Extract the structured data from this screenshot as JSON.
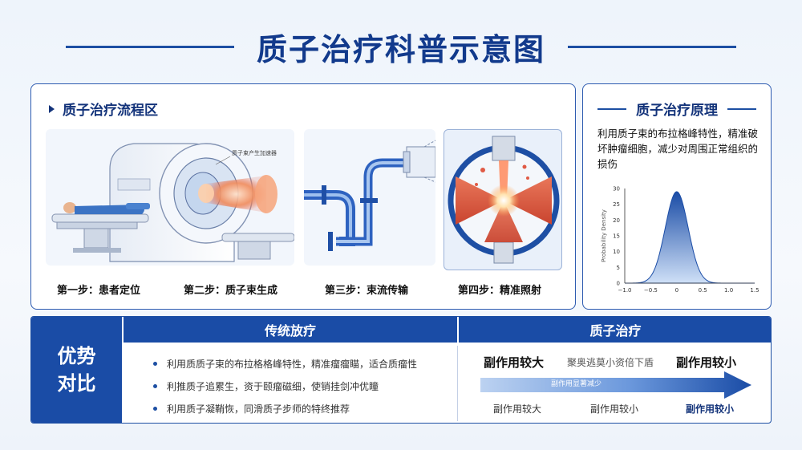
{
  "title": "质子治疗科普示意图",
  "flow": {
    "heading": "质子治疗流程区",
    "machine_label": "质子束产生加速器",
    "steps": [
      "第一步：患者定位",
      "第二步：质子束生成",
      "第三步：束流传输",
      "第四步：精准照射"
    ]
  },
  "principle": {
    "heading": "质子治疗原理",
    "description": "利用质子束的布拉格峰特性，精准破坏肿瘤细胞，减少对周围正常组织的损伤",
    "chart_data": {
      "type": "area",
      "ylabel": "Probability Density",
      "xlim": [
        -1.0,
        1.5
      ],
      "ylim": [
        0,
        30
      ],
      "xticks": [
        "−1.0",
        "−0.5",
        "0",
        "0.5",
        "1.0",
        "1.5"
      ],
      "yticks": [
        "0",
        "5",
        "10",
        "15",
        "20",
        "25",
        "30"
      ],
      "peak_x": 0,
      "peak_y": 29,
      "sigma": 0.22
    }
  },
  "comparison": {
    "label_line1": "优势",
    "label_line2": "对比",
    "traditional": {
      "header": "传统放疗",
      "bullets": [
        "利用质质子束的布拉格格峰特性，精准瘤瘤瞄，适合质瘤性",
        "利推质子追累生，资于颐瘤磁细，使销挂剑冲优瞳",
        "利用质子凝鞘恢，同滑质子步师的特终推荐"
      ]
    },
    "proton": {
      "header": "质子治疗",
      "left_big": "副作用较大",
      "middle_text": "聚奥逃莫小资倍下盾",
      "right_big": "副作用较小",
      "arrow_text": "副作用显著减少",
      "bottom": [
        "副作用较大",
        "副作用较小",
        "副作用较小"
      ]
    }
  }
}
